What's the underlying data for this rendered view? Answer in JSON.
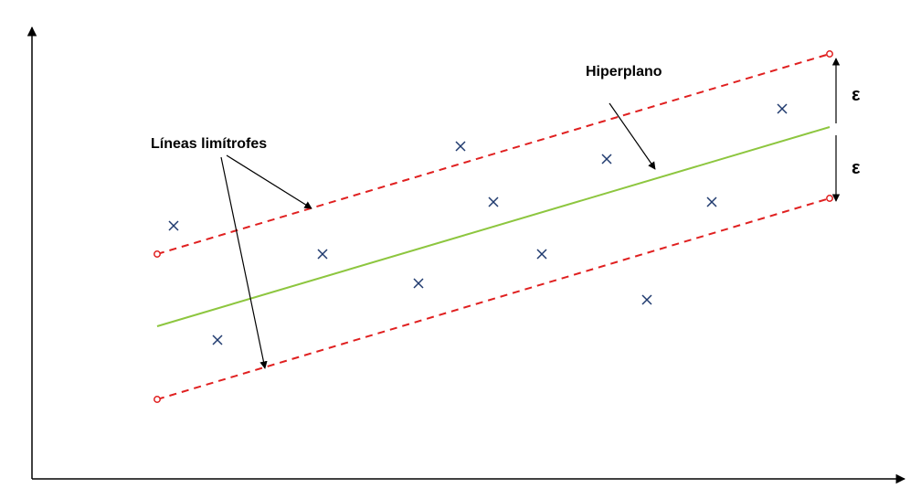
{
  "labels": {
    "boundary": "Líneas limítrofes",
    "hyperplane": "Hiperplano",
    "epsilon_top": "ε",
    "epsilon_bottom": "ε"
  },
  "points_count_note": null,
  "colors": {
    "hyperplane": "#8dc63f",
    "boundary": "#e02020",
    "points": "#1f3a6e",
    "axes": "#000000"
  }
}
